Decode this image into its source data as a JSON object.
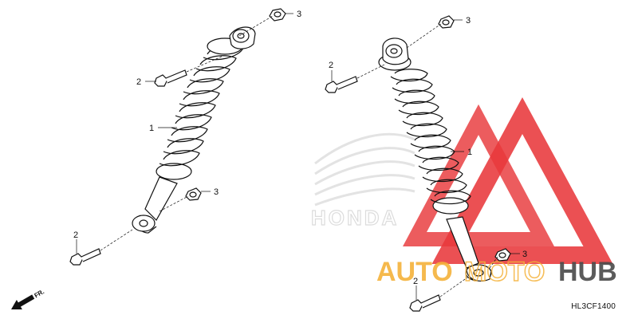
{
  "callouts": {
    "left_top_nut": "3",
    "left_top_bolt": "2",
    "left_shock": "1",
    "left_mid_nut": "3",
    "left_bottom_bolt": "2",
    "right_top_nut": "3",
    "right_top_bolt": "2",
    "right_shock": "1",
    "right_bottom_nut": "3",
    "right_bottom_bolt": "2"
  },
  "direction_label": "FR.",
  "diagram_code": "HL3CF1400",
  "watermark": {
    "brand_left": "AUTO",
    "brand_middle": "MOTO",
    "brand_right": "HUB",
    "ghost_logo": "HONDA",
    "colors": {
      "red": "#e8383b",
      "orange": "#f5b23a",
      "gray": "#4a4a4a",
      "ghost": "#e3e3e3"
    }
  }
}
